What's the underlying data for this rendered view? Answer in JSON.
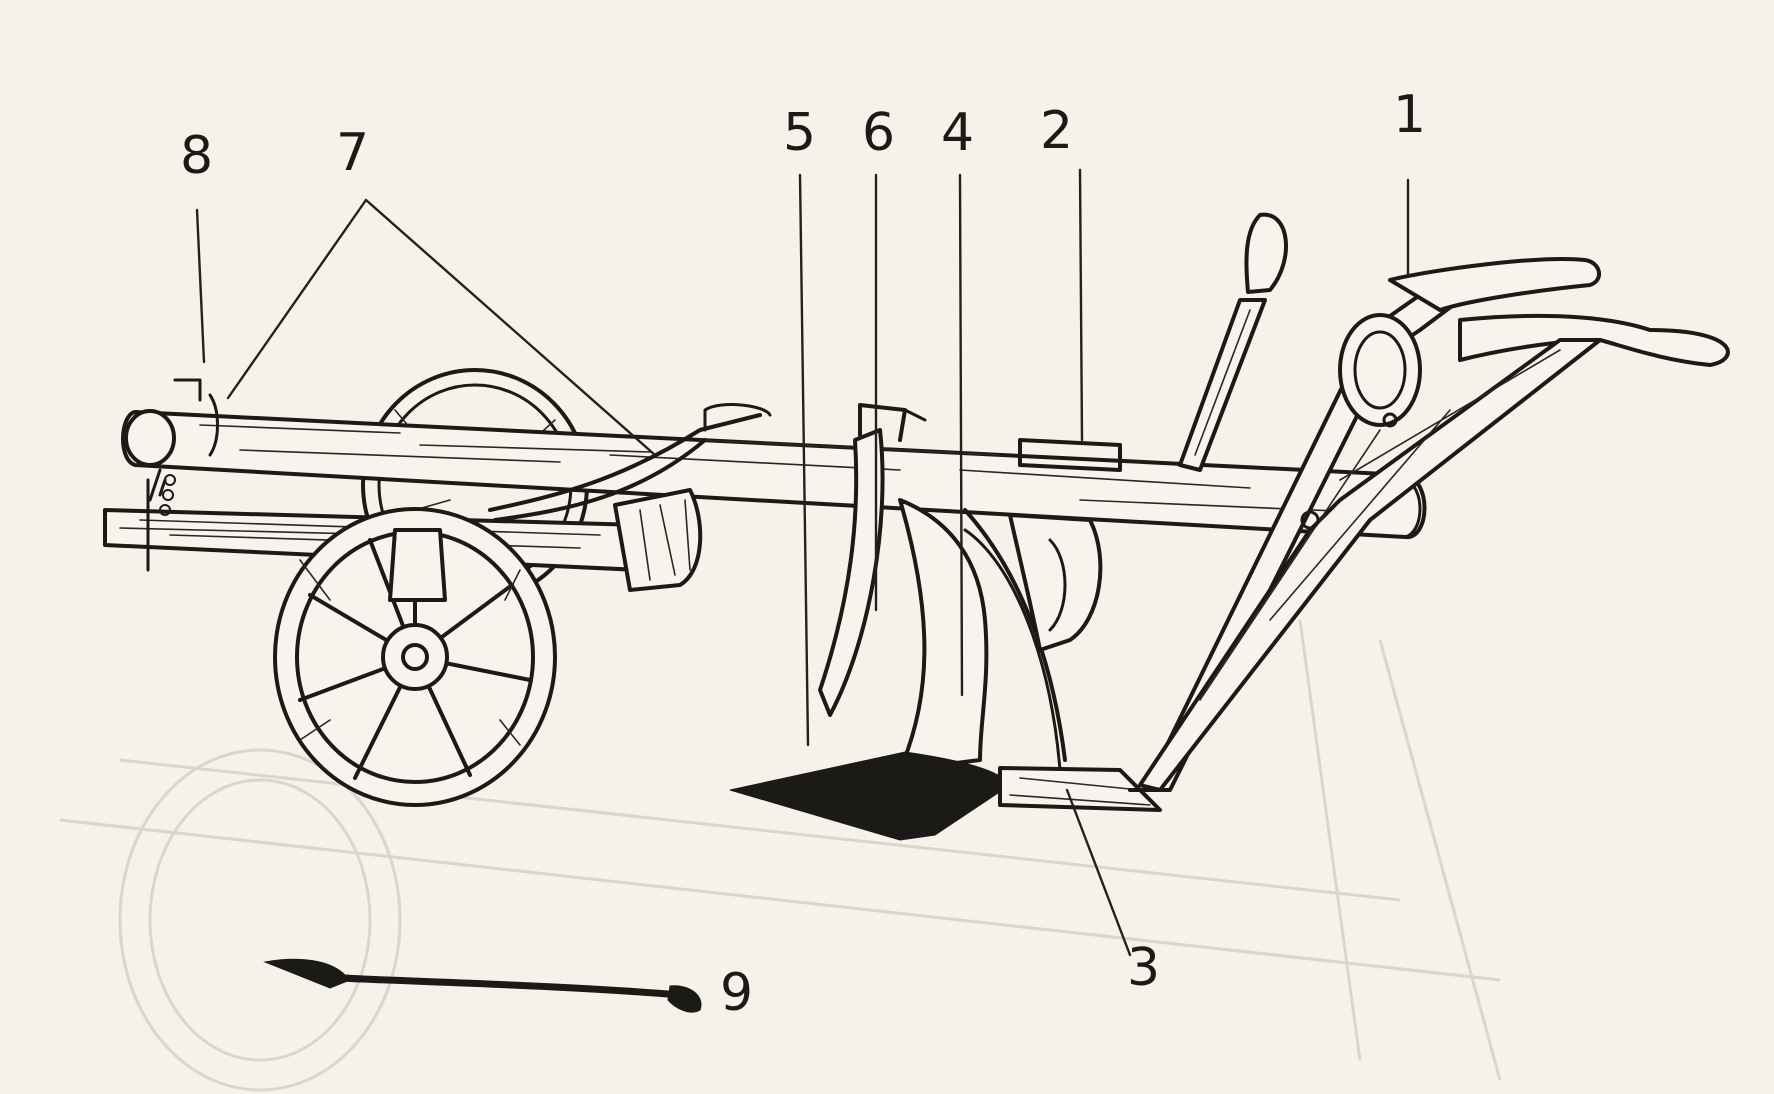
{
  "callouts": [
    {
      "id": "1",
      "label": "1"
    },
    {
      "id": "2",
      "label": "2"
    },
    {
      "id": "3",
      "label": "3"
    },
    {
      "id": "4",
      "label": "4"
    },
    {
      "id": "5",
      "label": "5"
    },
    {
      "id": "6",
      "label": "6"
    },
    {
      "id": "7",
      "label": "7"
    },
    {
      "id": "8",
      "label": "8"
    },
    {
      "id": "9",
      "label": "9"
    }
  ],
  "colors": {
    "paper": "#f4f2e9",
    "ink": "#1c1a17",
    "ghost": "#d9d6cb"
  },
  "icons": {
    "figure": "wheeled-plough-drawing",
    "tool": "plough-cleaning-spud"
  }
}
